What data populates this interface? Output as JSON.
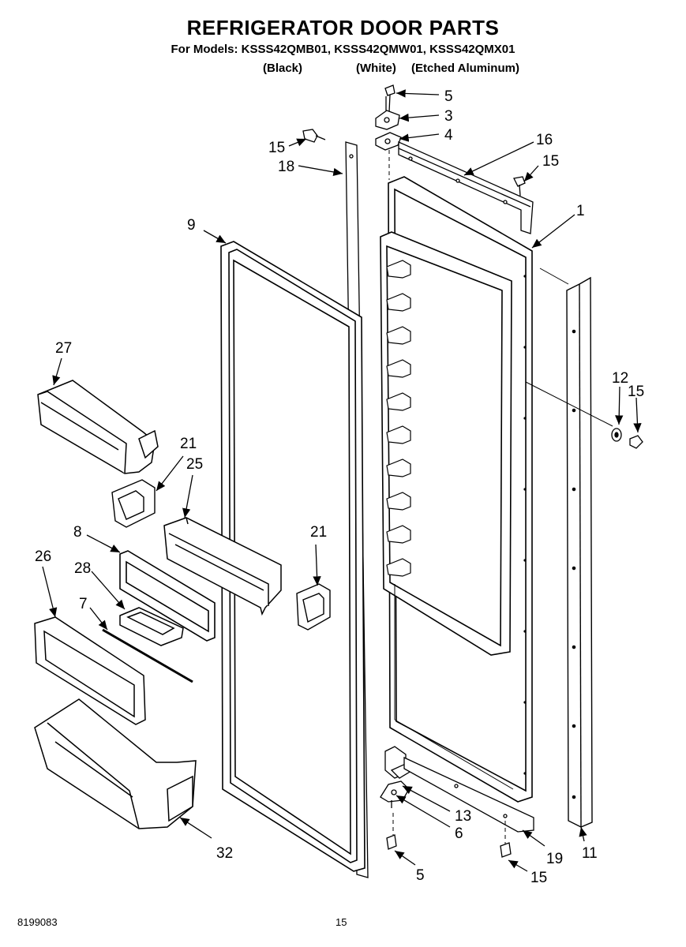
{
  "header": {
    "title": "REFRIGERATOR DOOR PARTS",
    "models_line": "For Models: KSSS42QMB01, KSSS42QMW01, KSSS42QMX01",
    "variants": [
      "(Black)",
      "(White)",
      "(Etched Aluminum)"
    ]
  },
  "callouts": {
    "c5_top": "5",
    "c3": "3",
    "c4": "4",
    "c16": "16",
    "c15_top_left": "15",
    "c18": "18",
    "c15_top_right": "15",
    "c1": "1",
    "c9": "9",
    "c27": "27",
    "c12": "12",
    "c15_right": "15",
    "c21_left": "21",
    "c25": "25",
    "c8": "8",
    "c21_right": "21",
    "c26": "26",
    "c28": "28",
    "c7": "7",
    "c13": "13",
    "c6": "6",
    "c19": "19",
    "c11": "11",
    "c32": "32",
    "c5_bottom": "5",
    "c15_bottom": "15"
  },
  "footer": {
    "document_number": "8199083",
    "page_number": "15"
  }
}
